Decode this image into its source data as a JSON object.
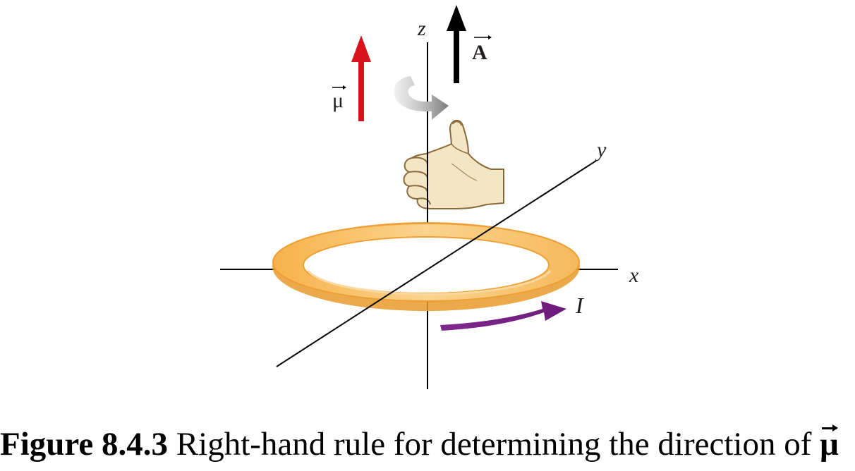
{
  "labels": {
    "z_axis": "z",
    "y_axis": "y",
    "x_axis": "x",
    "current": "I",
    "area_vector": "A",
    "moment_vector": "μ"
  },
  "caption": {
    "number": "Figure 8.4.3",
    "text": " Right-hand rule for determining the direction of ",
    "symbol": "μ"
  },
  "colors": {
    "moment_arrow": "#d7141c",
    "area_arrow": "#000000",
    "current_arrow": "#7b1f86",
    "ring_fill": "#f8c36a",
    "ring_edge": "#f2a12e",
    "curl_arrow": "#9a9a9a",
    "skin": "#f3e7c7",
    "axes": "#000000"
  },
  "icons": {
    "hand": "right-hand-thumb-up-icon",
    "rotation": "curved-rotation-arrow-icon"
  }
}
